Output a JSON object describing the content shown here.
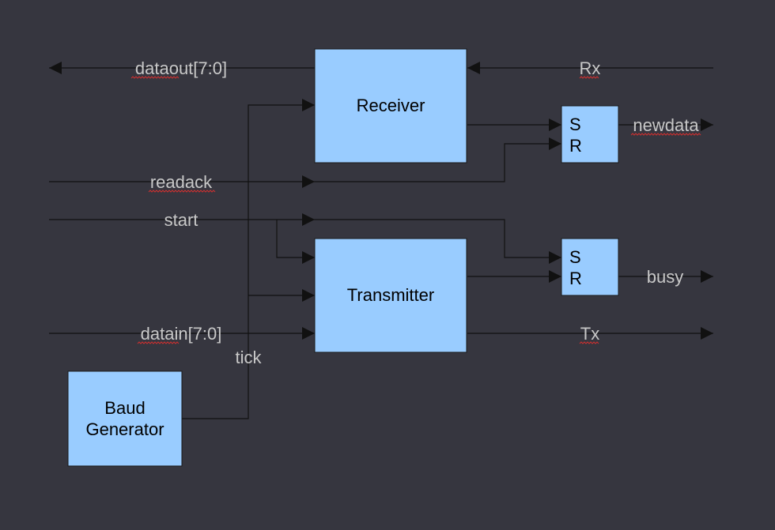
{
  "colors": {
    "background": "#36363f",
    "block_fill": "#99ccff",
    "block_stroke": "#1a1a1a",
    "wire": "#111111",
    "label": "#c8c8c8",
    "spellcheck": "#d03030"
  },
  "blocks": {
    "receiver": "Receiver",
    "transmitter": "Transmitter",
    "baud_line1": "Baud",
    "baud_line2": "Generator",
    "sr_top_s": "S",
    "sr_top_r": "R",
    "sr_bottom_s": "S",
    "sr_bottom_r": "R"
  },
  "signals": {
    "dataout": "dataout[7:0]",
    "rx": "Rx",
    "newdata": "newdata",
    "readack": "readack",
    "start": "start",
    "busy": "busy",
    "datain": "datain[7:0]",
    "tx": "Tx",
    "tick": "tick"
  }
}
